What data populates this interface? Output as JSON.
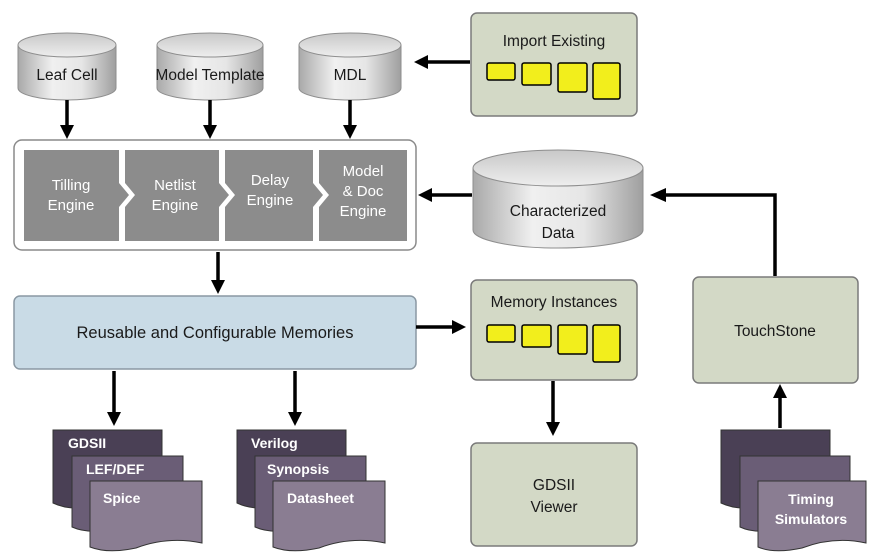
{
  "databases": {
    "leaf_cell": "Leaf Cell",
    "model_template": "Model Template",
    "mdl": "MDL",
    "characterized_line1": "Characterized",
    "characterized_line2": "Data"
  },
  "import_existing": {
    "title": "Import Existing"
  },
  "engines": [
    {
      "line1": "Tilling",
      "line2": "Engine",
      "line3": ""
    },
    {
      "line1": "Netlist",
      "line2": "Engine",
      "line3": ""
    },
    {
      "line1": "Delay",
      "line2": "Engine",
      "line3": ""
    },
    {
      "line1": "Model",
      "line2": "& Doc",
      "line3": "Engine"
    }
  ],
  "memories": {
    "label": "Reusable and Configurable Memories"
  },
  "memory_instances": {
    "title": "Memory Instances"
  },
  "touchstone": {
    "label": "TouchStone"
  },
  "gdsii_viewer": {
    "line1": "GDSII",
    "line2": "Viewer"
  },
  "layout_docs": [
    "GDSII",
    "LEF/DEF",
    "Spice"
  ],
  "model_docs": [
    "Verilog",
    "Synopsis",
    "Datasheet"
  ],
  "sim_docs": {
    "line1": "Timing",
    "line2": "Simulators"
  },
  "colors": {
    "panel_green": "#d3d9c6",
    "memory_blue": "#c9dbe6",
    "engine_gray": "#8c8c8c",
    "chip_yellow": "#f2ee1c",
    "doc_dark": "#4a4055",
    "doc_mid": "#6a5d76",
    "doc_light": "#8a7d92",
    "arrow": "#000000"
  }
}
